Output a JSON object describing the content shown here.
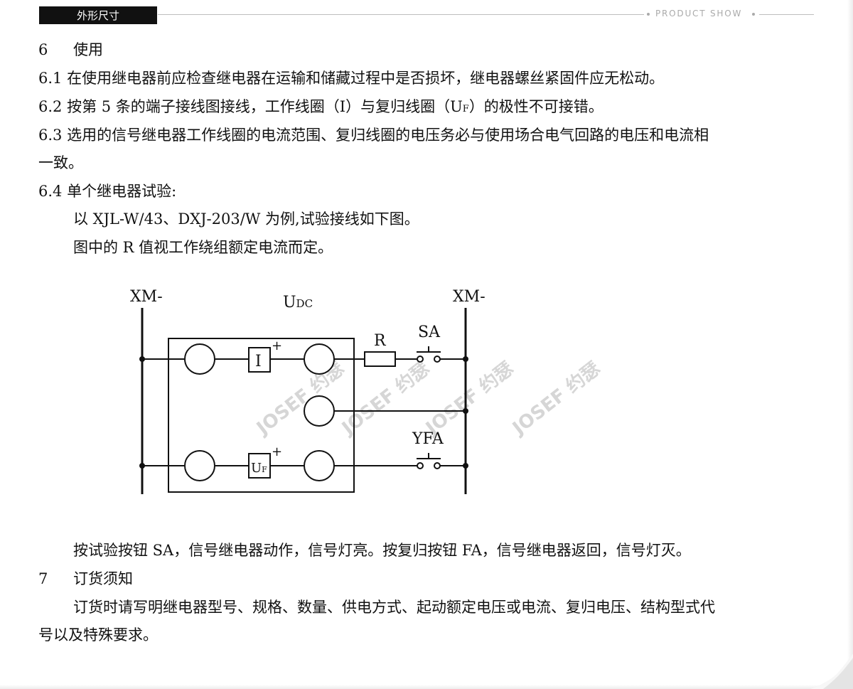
{
  "header": {
    "tab_label": "外形尺寸",
    "caption": "PRODUCT SHOW"
  },
  "body": {
    "sec6_num": "6",
    "sec6_title": "使用",
    "p61": "6.1 在使用继电器前应检查继电器在运输和储藏过程中是否损坏，继电器螺丝紧固件应无松动。",
    "p62": "6.2 按第 5 条的端子接线图接线，工作线圈（I）与复归线圈（U",
    "p62_sub": "F",
    "p62_end": "）的极性不可接错。",
    "p63_line1": "6.3 选用的信号继电器工作线圈的电流范围、复归线圈的电压务必与使用场合电气回路的电压和电流相",
    "p63_line2": "一致。",
    "p64": "6.4 单个继电器试验:",
    "p64_a": "以 XJL-W/43、DXJ-203/W 为例,试验接线如下图。",
    "p64_b": "图中的 R 值视工作绕组额定电流而定。",
    "after_diagram": "按试验按钮 SA，信号继电器动作，信号灯亮。按复归按钮 FA，信号继电器返回，信号灯灭。",
    "sec7_num": "7",
    "sec7_title": "订货须知",
    "p7_line1": "订货时请写明继电器型号、规格、数量、供电方式、起动额定电压或电流、复归电压、结构型式代",
    "p7_line2": "号以及特殊要求。"
  },
  "diagram": {
    "label_xm_left": "XM-",
    "label_xm_right": "XM-",
    "label_u": "U",
    "label_u_sub": "DC",
    "label_r": "R",
    "label_sa": "SA",
    "label_yfa": "YFA",
    "coil_i": "I",
    "coil_uf": "U",
    "coil_uf_sub": "F",
    "plus_1": "+",
    "plus_2": "+",
    "watermark": "JOSEF 约瑟"
  }
}
